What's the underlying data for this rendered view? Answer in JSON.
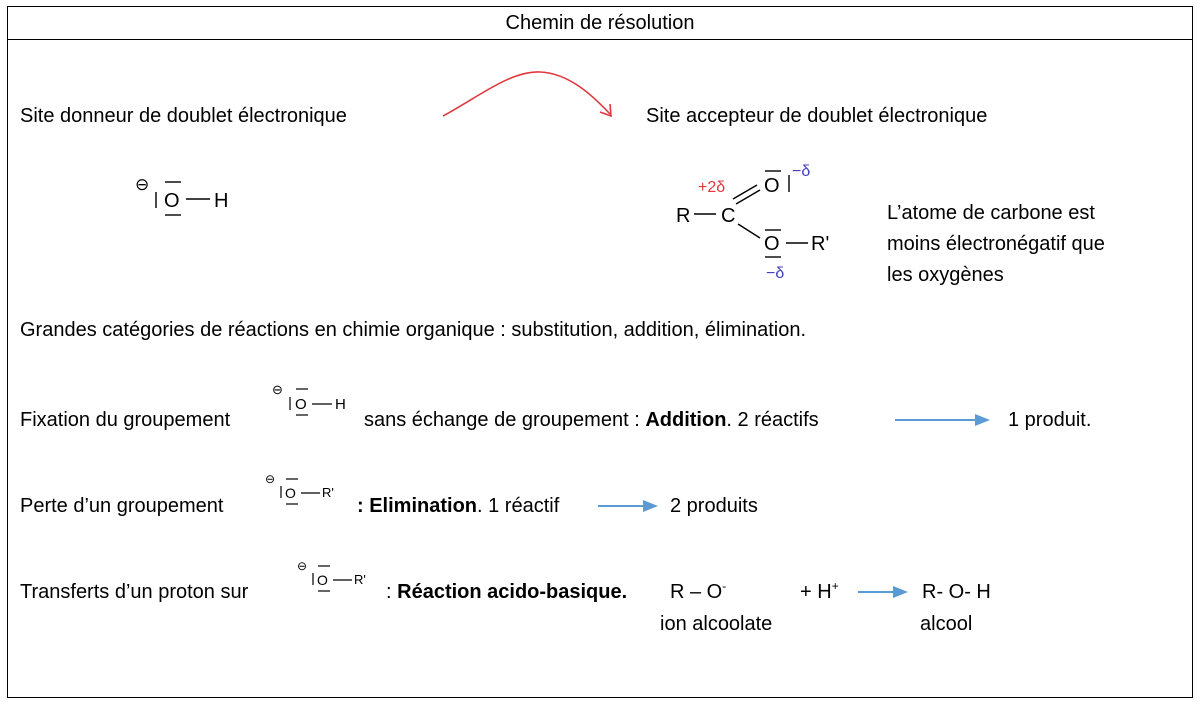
{
  "header": {
    "title": "Chemin de résolution"
  },
  "sites": {
    "donor_label": "Site donneur de doublet électronique",
    "acceptor_label": "Site accepteur de doublet électronique"
  },
  "hydroxide": {
    "charge": "⊖",
    "oxygen": "O",
    "hydrogen": "H"
  },
  "ester": {
    "R": "R",
    "C": "C",
    "O_top": "O",
    "O_bottom": "O",
    "R_prime": "R'",
    "delta_carbon": "+2δ",
    "delta_top": "−δ",
    "delta_bottom": "−δ",
    "note_line1": "L’atome de carbone est",
    "note_line2": "moins électronégatif que",
    "note_line3": "les oxygènes"
  },
  "categories": "Grandes catégories de réactions en chimie organique : substitution, addition, élimination.",
  "addition": {
    "prefix": "Fixation du groupement",
    "middle": "sans échange de groupement :",
    "bold": "Addition",
    "after": ".   2 réactifs",
    "result": "1 produit."
  },
  "elimination": {
    "prefix": "Perte d’un groupement",
    "bold": ": Elimination",
    "after": ". 1 réactif",
    "result": "2 produits"
  },
  "acid_base": {
    "prefix": "Transferts d’un proton sur",
    "colon": ":",
    "bold": "Réaction acido-basique.",
    "reactant1": "R – O",
    "reactant1_charge": "-",
    "reactant1_name": "ion alcoolate",
    "plus": "+  H",
    "proton_charge": "+",
    "product": "R- O- H",
    "product_name": "alcool"
  },
  "colors": {
    "red_arrow": "#e0383e",
    "blue_arrow": "#5b9bd5",
    "delta_red": "#e0383e",
    "delta_blue": "#4040c0"
  }
}
